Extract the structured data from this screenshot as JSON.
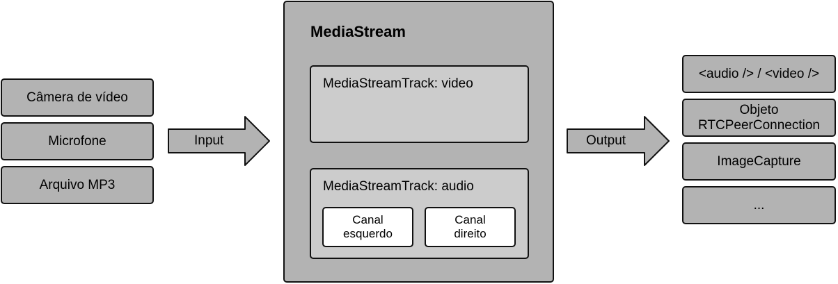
{
  "inputs": [
    "Câmera de vídeo",
    "Microfone",
    "Arquivo MP3"
  ],
  "input_arrow_label": "Input",
  "output_arrow_label": "Output",
  "stream": {
    "title": "MediaStream",
    "video_track": "MediaStreamTrack: video",
    "audio_track": "MediaStreamTrack: audio",
    "channels": [
      {
        "line1": "Canal",
        "line2": "esquerdo"
      },
      {
        "line1": "Canal",
        "line2": "direito"
      }
    ]
  },
  "outputs": [
    {
      "line1": "<audio /> / <video />",
      "line2": ""
    },
    {
      "line1": "Objeto",
      "line2": "RTCPeerConnection"
    },
    {
      "line1": "ImageCapture",
      "line2": ""
    },
    {
      "line1": "...",
      "line2": ""
    }
  ],
  "colors": {
    "box_fill": "#b3b3b3",
    "track_fill": "#cccccc",
    "channel_fill": "#ffffff",
    "stroke": "#111111"
  }
}
